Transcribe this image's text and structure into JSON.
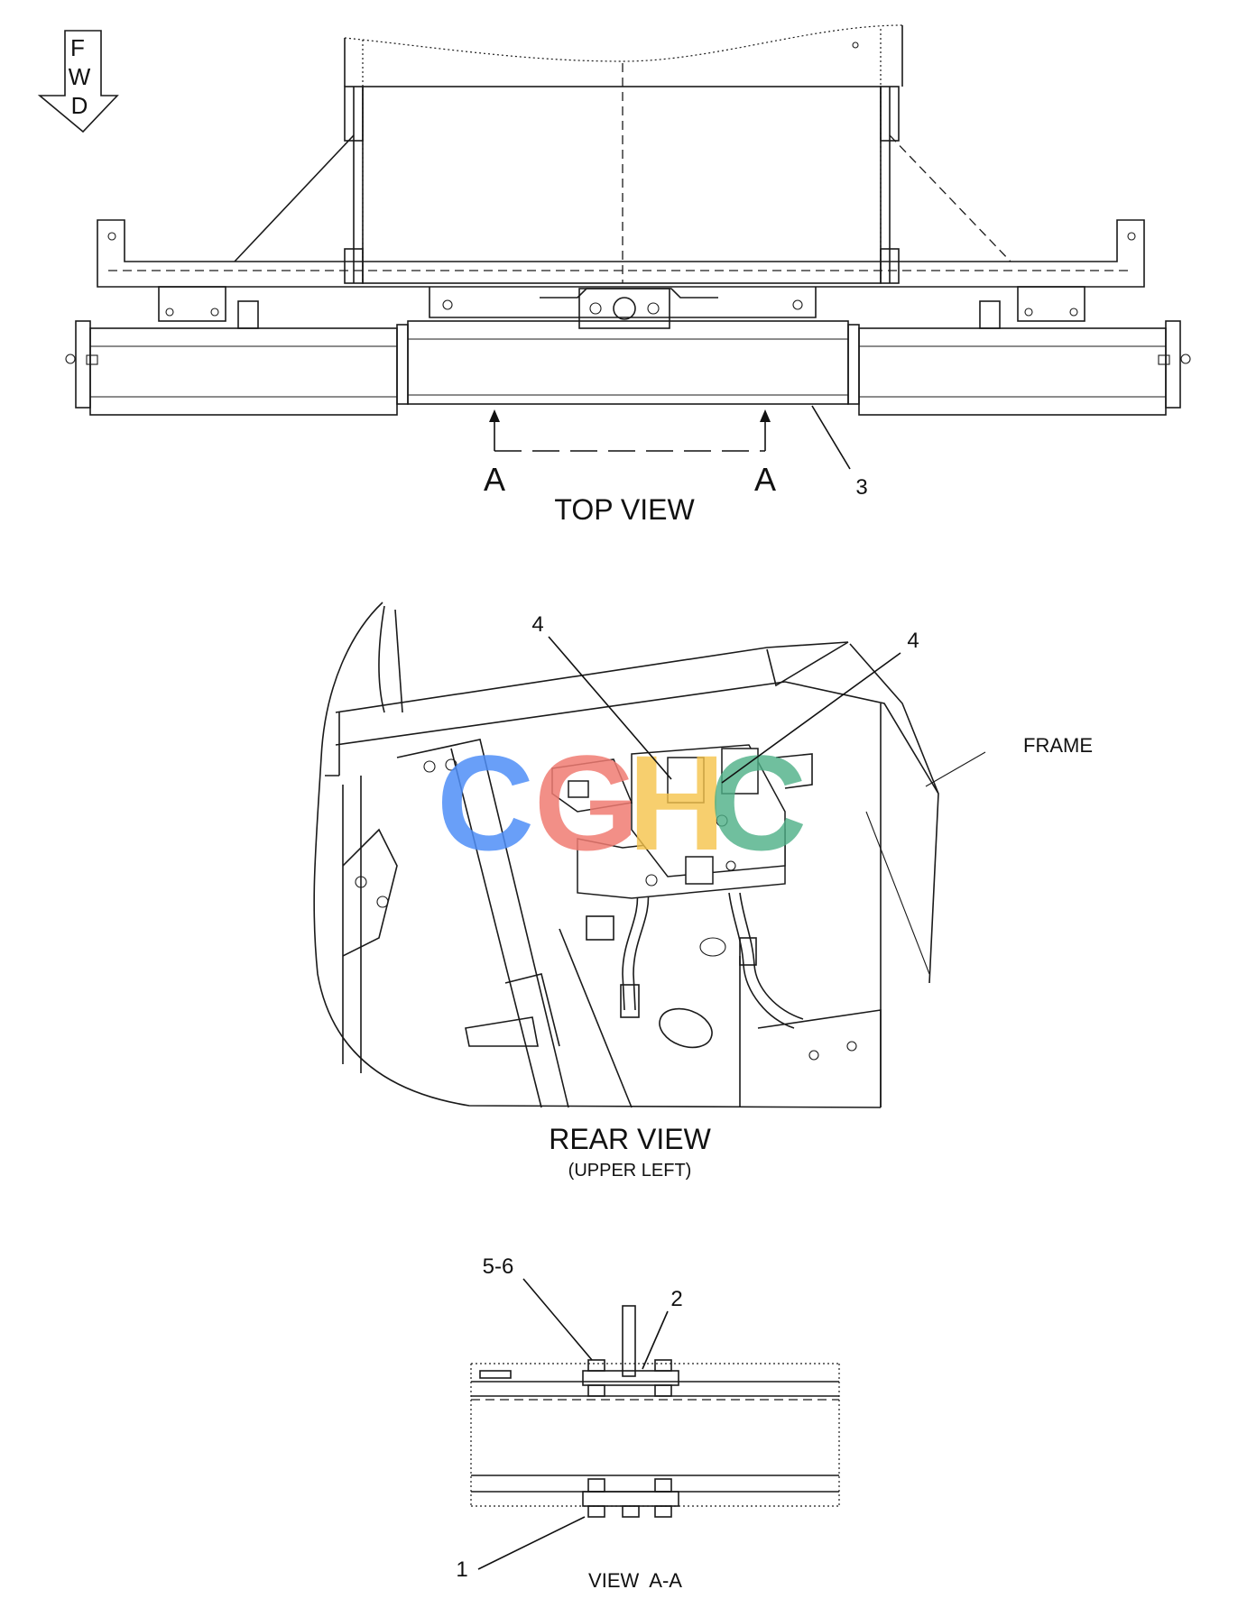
{
  "fwd_arrow": {
    "letters": [
      "F",
      "W",
      "D"
    ]
  },
  "top_view": {
    "title": "TOP VIEW",
    "section_marks": [
      "A",
      "A"
    ],
    "callouts": [
      "3"
    ]
  },
  "rear_view": {
    "title": "REAR VIEW",
    "subtitle": "(UPPER LEFT)",
    "callouts": [
      "4",
      "4"
    ],
    "frame_label": "FRAME"
  },
  "view_aa": {
    "title": "VIEW  A-A",
    "callouts": [
      "5-6",
      "2",
      "1"
    ]
  },
  "watermark": {
    "letters": [
      "C",
      "G",
      "H",
      "C"
    ],
    "colors": [
      "#4f8ef7",
      "#f07b72",
      "#f5c34a",
      "#4caf86"
    ]
  }
}
